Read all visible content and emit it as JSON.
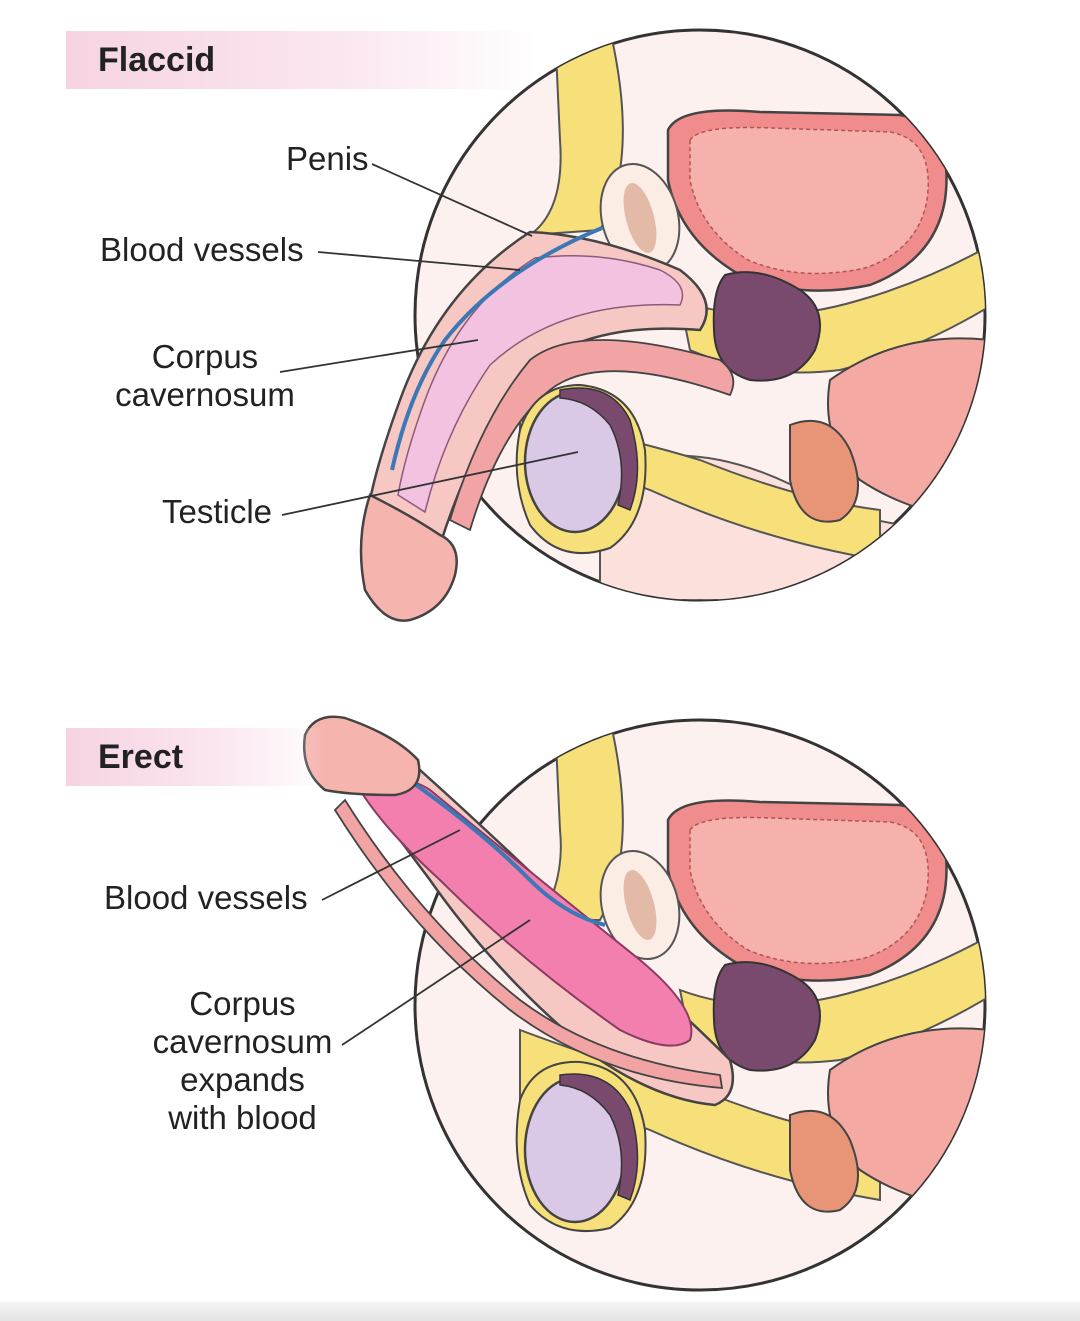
{
  "panels": [
    {
      "title": "Flaccid",
      "labels": {
        "penis": "Penis",
        "blood_vessels": "Blood vessels",
        "corpus_line1": "Corpus",
        "corpus_line2": "cavernosum",
        "testicle": "Testicle"
      }
    },
    {
      "title": "Erect",
      "labels": {
        "blood_vessels": "Blood vessels",
        "corpus_line1": "Corpus",
        "corpus_line2": "cavernosum",
        "corpus_line3": "expands",
        "corpus_line4": "with blood"
      }
    }
  ],
  "colors": {
    "header_band": "#f6d3e3",
    "bladder": "#f08c8c",
    "bladder_inner": "#f7b1ac",
    "fat_tissue": "#f7e07a",
    "corpus_flaccid": "#f2c2e0",
    "corpus_erect": "#f27fae",
    "prostate": "#7a4a6e",
    "testicle": "#d9c8e6",
    "vessel": "#3b78b5",
    "outline": "#333333"
  }
}
